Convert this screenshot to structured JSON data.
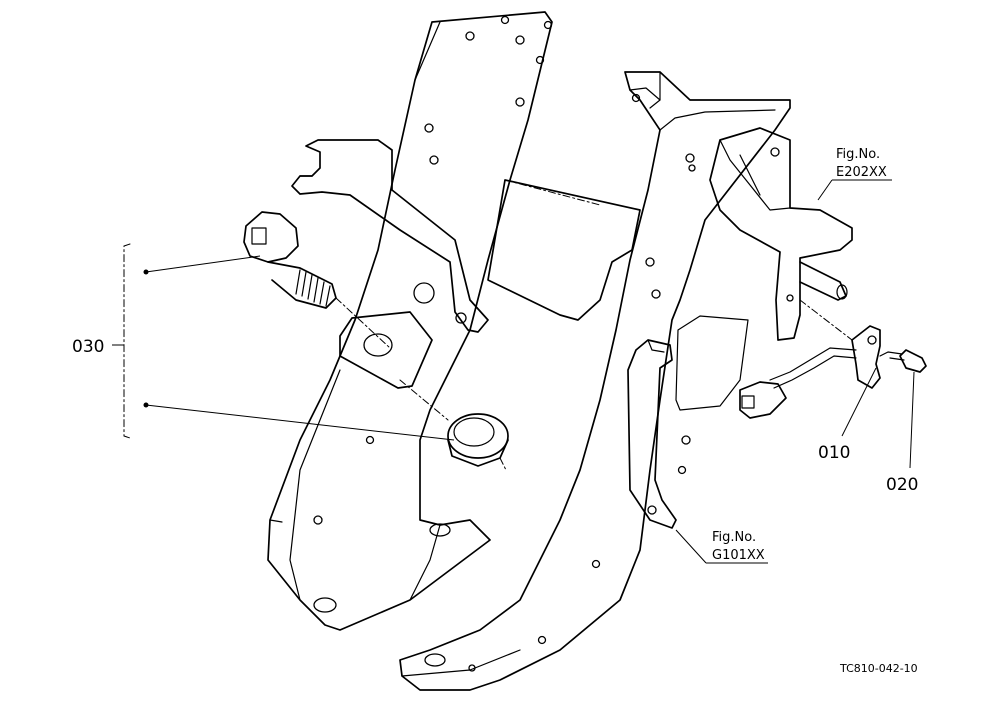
{
  "callouts": {
    "part_030": "030",
    "part_010": "010",
    "part_020": "020"
  },
  "fig_refs": {
    "upper": {
      "label": "Fig.No.",
      "code": "E202XX"
    },
    "lower": {
      "label": "Fig.No.",
      "code": "G101XX"
    }
  },
  "drawing_code": "TC810-042-10"
}
